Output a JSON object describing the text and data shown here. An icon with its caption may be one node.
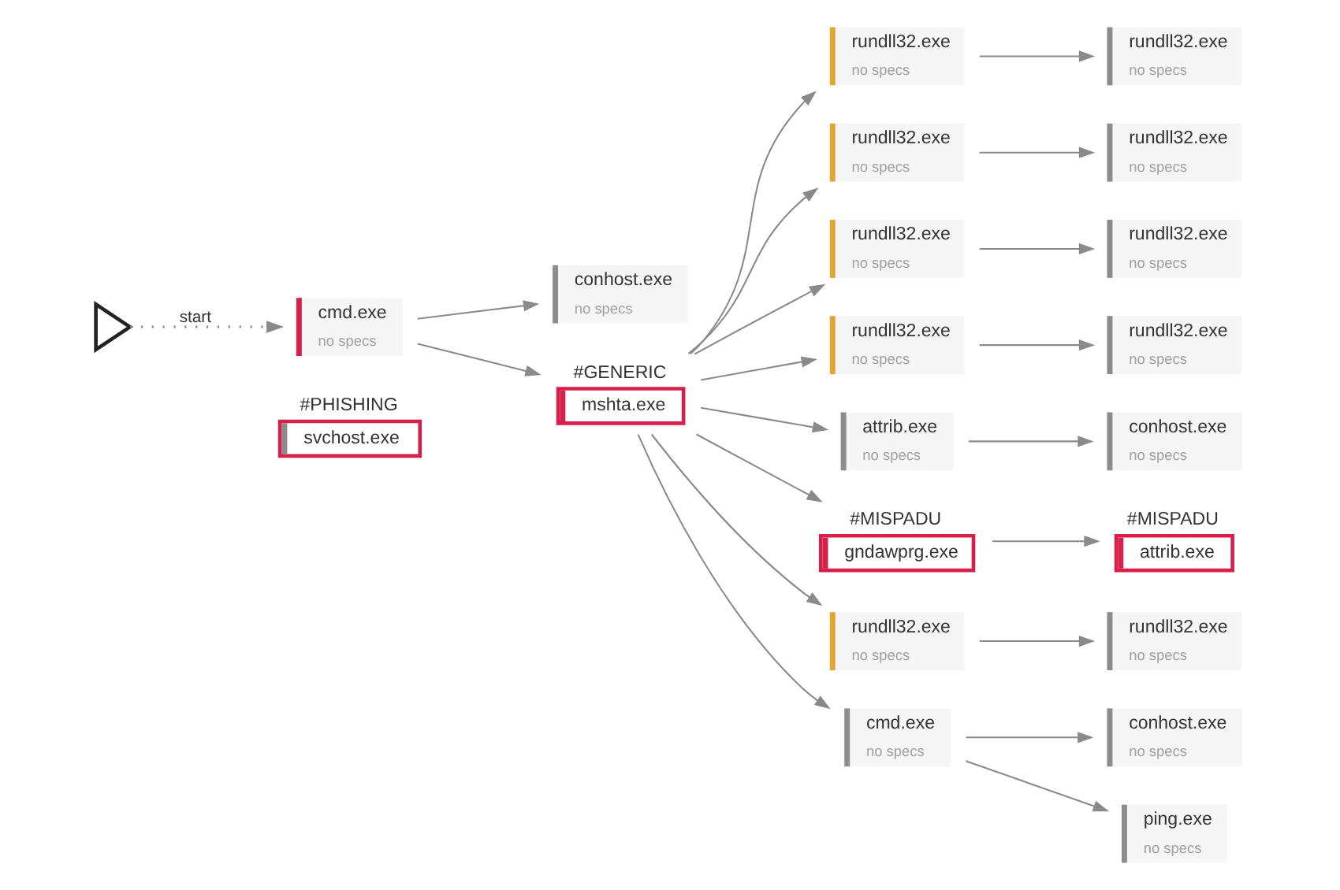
{
  "diagram": {
    "nodes": [
      {
        "text": [],
        "shape": "triangle"
      },
      {
        "text": [
          "cmd.exe",
          "no specs"
        ]
      },
      {
        "text": [
          "#PHISHING",
          "svchost.exe"
        ]
      },
      {
        "text": [
          "conhost.exe",
          "no specs"
        ]
      },
      {
        "text": [
          "#GENERIC",
          "mshta.exe"
        ]
      },
      {
        "text": [
          "rundll32.exe",
          "no specs"
        ]
      },
      {
        "text": [
          "rundll32.exe",
          "no specs"
        ]
      },
      {
        "text": [
          "rundll32.exe",
          "no specs"
        ]
      },
      {
        "text": [
          "rundll32.exe",
          "no specs"
        ]
      },
      {
        "text": [
          "rundll32.exe",
          "no specs"
        ]
      },
      {
        "text": [
          "rundll32.exe",
          "no specs"
        ]
      },
      {
        "text": [
          "rundll32.exe",
          "no specs"
        ]
      },
      {
        "text": [
          "rundll32.exe",
          "no specs"
        ]
      },
      {
        "text": [
          "attrib.exe",
          "no specs"
        ]
      },
      {
        "text": [
          "conhost.exe",
          "no specs"
        ]
      },
      {
        "text": [
          "#MISPADU",
          "gndawprg.exe"
        ]
      },
      {
        "text": [
          "#MISPADU",
          "attrib.exe"
        ]
      },
      {
        "text": [
          "rundll32.exe",
          "no specs"
        ]
      },
      {
        "text": [
          "rundll32.exe",
          "no specs"
        ]
      },
      {
        "text": [
          "cmd.exe",
          "no specs"
        ]
      },
      {
        "text": [
          "conhost.exe",
          "no specs"
        ]
      },
      {
        "text": [
          "ping.exe",
          "no specs"
        ]
      }
    ],
    "edges": [
      {
        "from": 0,
        "to": 1,
        "arrow": "to",
        "label": "start",
        "style": "dashed"
      },
      {
        "from": 1,
        "to": 3,
        "arrow": "to"
      },
      {
        "from": 1,
        "to": 4,
        "arrow": "to"
      },
      {
        "from": 4,
        "to": 5,
        "arrow": "to"
      },
      {
        "from": 4,
        "to": 7,
        "arrow": "to"
      },
      {
        "from": 4,
        "to": 9,
        "arrow": "to"
      },
      {
        "from": 4,
        "to": 11,
        "arrow": "to"
      },
      {
        "from": 4,
        "to": 13,
        "arrow": "to"
      },
      {
        "from": 4,
        "to": 15,
        "arrow": "to"
      },
      {
        "from": 4,
        "to": 17,
        "arrow": "to"
      },
      {
        "from": 4,
        "to": 19,
        "arrow": "to"
      },
      {
        "from": 5,
        "to": 6,
        "arrow": "to"
      },
      {
        "from": 7,
        "to": 8,
        "arrow": "to"
      },
      {
        "from": 9,
        "to": 10,
        "arrow": "to"
      },
      {
        "from": 11,
        "to": 12,
        "arrow": "to"
      },
      {
        "from": 13,
        "to": 14,
        "arrow": "to"
      },
      {
        "from": 15,
        "to": 16,
        "arrow": "to"
      },
      {
        "from": 17,
        "to": 18,
        "arrow": "to"
      },
      {
        "from": 19,
        "to": 20,
        "arrow": "to"
      },
      {
        "from": 19,
        "to": 21,
        "arrow": "to"
      }
    ]
  }
}
